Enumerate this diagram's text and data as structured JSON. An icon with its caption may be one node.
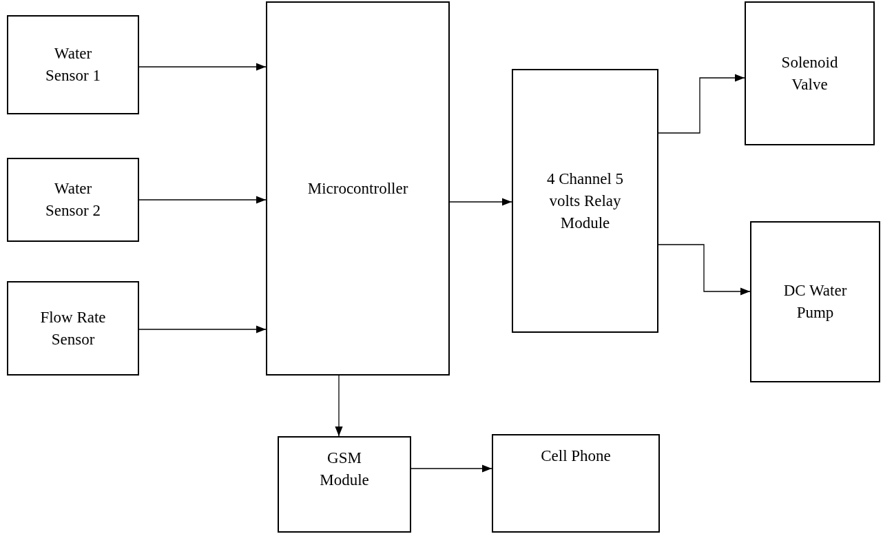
{
  "diagram": {
    "nodes": [
      {
        "text": [
          "Water Sensor 1"
        ]
      },
      {
        "text": [
          "Water Sensor 2"
        ]
      },
      {
        "text": [
          "Flow Rate Sensor"
        ]
      },
      {
        "text": [
          "Microcontroller"
        ]
      },
      {
        "text": [
          "4 Channel 5 volts Relay Module"
        ]
      },
      {
        "text": [
          "Solenoid Valve"
        ]
      },
      {
        "text": [
          "DC Water Pump"
        ]
      },
      {
        "text": [
          "GSM Module"
        ]
      },
      {
        "text": [
          "Cell Phone"
        ]
      }
    ],
    "edges": [
      {
        "from": 0,
        "to": 3,
        "arrow": "to"
      },
      {
        "from": 1,
        "to": 3,
        "arrow": "to"
      },
      {
        "from": 2,
        "to": 3,
        "arrow": "to"
      },
      {
        "from": 3,
        "to": 4,
        "arrow": "to"
      },
      {
        "from": 4,
        "to": 5,
        "arrow": "to"
      },
      {
        "from": 4,
        "to": 6,
        "arrow": "to"
      },
      {
        "from": 3,
        "to": 7,
        "arrow": "to"
      },
      {
        "from": 7,
        "to": 8,
        "arrow": "to"
      }
    ]
  }
}
